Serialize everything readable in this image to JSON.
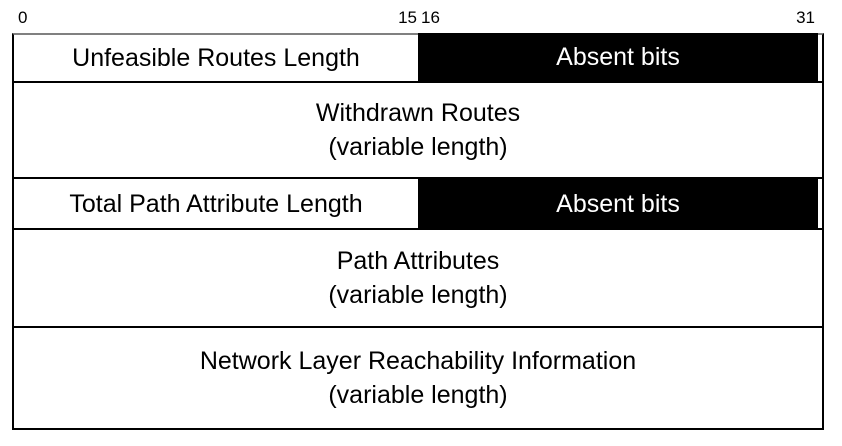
{
  "bit_ruler": {
    "start": "0",
    "mid_left": "15",
    "mid_right": "16",
    "end": "31"
  },
  "rows": [
    {
      "type": "split",
      "left": "Unfeasible Routes Length",
      "right": "Absent bits"
    },
    {
      "type": "full",
      "lines": [
        "Withdrawn Routes",
        "(variable length)"
      ]
    },
    {
      "type": "split",
      "left": "Total Path Attribute Length",
      "right": "Absent bits"
    },
    {
      "type": "full",
      "lines": [
        "Path Attributes",
        "(variable length)"
      ]
    },
    {
      "type": "full",
      "lines": [
        "Network Layer Reachability Information",
        "(variable length)"
      ]
    }
  ],
  "colors": {
    "field_fill": "#ffffff",
    "absent_fill": "#000000",
    "absent_text": "#ffffff",
    "border": "#000000",
    "top_rule": "#808080"
  }
}
